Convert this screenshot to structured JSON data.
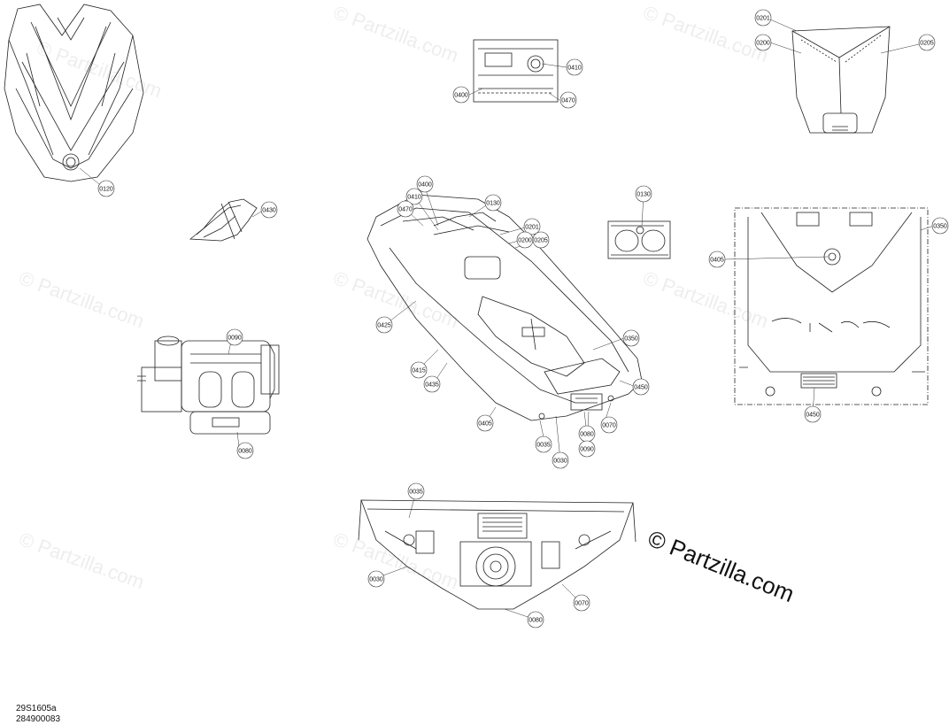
{
  "diagram": {
    "watermark_text": "© Partzilla.com",
    "copyright_text": "© Partzilla.com",
    "diagram_code": "29S1605a",
    "part_code": "284900083"
  },
  "callouts": [
    {
      "id": "c-0120",
      "label": "0120"
    },
    {
      "id": "c-0430",
      "label": "0430"
    },
    {
      "id": "c-0090-l",
      "label": "0090"
    },
    {
      "id": "c-0080-l",
      "label": "0080"
    },
    {
      "id": "c-0410-t",
      "label": "0410"
    },
    {
      "id": "c-0400-t",
      "label": "0400"
    },
    {
      "id": "c-0470-t",
      "label": "0470"
    },
    {
      "id": "c-0201-tr",
      "label": "0201"
    },
    {
      "id": "c-0200-tr",
      "label": "0200"
    },
    {
      "id": "c-0205-tr",
      "label": "0205"
    },
    {
      "id": "c-0400-m",
      "label": "0400"
    },
    {
      "id": "c-0410-m",
      "label": "0410"
    },
    {
      "id": "c-0470-m",
      "label": "0470"
    },
    {
      "id": "c-0130-m",
      "label": "0130"
    },
    {
      "id": "c-0201-m",
      "label": "0201"
    },
    {
      "id": "c-0200-m",
      "label": "0200"
    },
    {
      "id": "c-0205-m",
      "label": "0205"
    },
    {
      "id": "c-0425",
      "label": "0425"
    },
    {
      "id": "c-0415",
      "label": "0415"
    },
    {
      "id": "c-0435",
      "label": "0435"
    },
    {
      "id": "c-0350-m",
      "label": "0350"
    },
    {
      "id": "c-0450-m",
      "label": "0450"
    },
    {
      "id": "c-0405-m",
      "label": "0405"
    },
    {
      "id": "c-0035-m",
      "label": "0035"
    },
    {
      "id": "c-0030-m",
      "label": "0030"
    },
    {
      "id": "c-0080-m",
      "label": "0080"
    },
    {
      "id": "c-0090-m",
      "label": "0090"
    },
    {
      "id": "c-0070-m",
      "label": "0070"
    },
    {
      "id": "c-0130-r",
      "label": "0130"
    },
    {
      "id": "c-0405-r",
      "label": "0405"
    },
    {
      "id": "c-0350-r",
      "label": "0350"
    },
    {
      "id": "c-0450-r",
      "label": "0450"
    },
    {
      "id": "c-0035-b",
      "label": "0035"
    },
    {
      "id": "c-0030-b",
      "label": "0030"
    },
    {
      "id": "c-0070-b",
      "label": "0070"
    },
    {
      "id": "c-0080-b",
      "label": "0080"
    }
  ]
}
